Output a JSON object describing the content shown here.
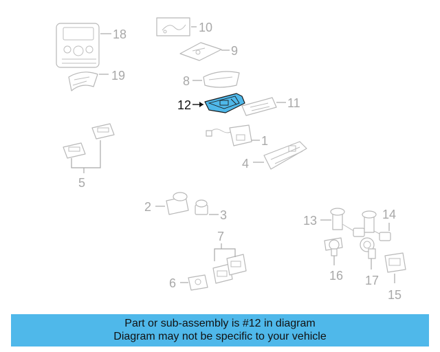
{
  "highlight_color": "#4fb8ea",
  "highlighted_part": "12",
  "callouts": [
    "1",
    "2",
    "3",
    "4",
    "5",
    "6",
    "7",
    "8",
    "9",
    "10",
    "11",
    "12",
    "13",
    "14",
    "15",
    "16",
    "17",
    "18",
    "19"
  ],
  "banner": {
    "line1": "Part or sub-assembly is #12 in diagram",
    "line2": "Diagram may not be specific to your vehicle"
  }
}
